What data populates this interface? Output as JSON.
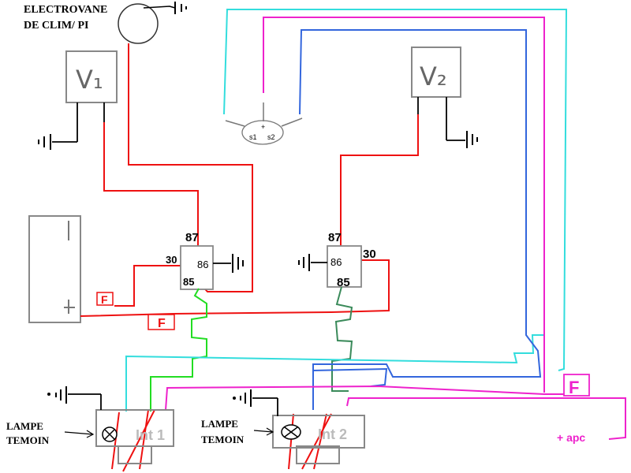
{
  "labels": {
    "electrovane_line1": "ELECTROVANE",
    "electrovane_line2": "DE CLIM/ PI",
    "v1": "V₁",
    "v2": "V₂",
    "relay1_87": "87",
    "relay1_30": "30",
    "relay1_86": "86",
    "relay1_85": "85",
    "relay2_87": "87",
    "relay2_30": "30",
    "relay2_86": "86",
    "relay2_85": "85",
    "sensor_plus": "+",
    "sensor_s1": "s1",
    "sensor_s2": "s2",
    "fuse_small": "F",
    "fuse_mid": "F",
    "fuse_right": "F",
    "apc": "+ apc",
    "int1": "Int 1",
    "int2": "Int 2",
    "lampe1_line1": "LAMPE",
    "lampe1_line2": "TEMOIN",
    "lampe2_line1": "LAMPE",
    "lampe2_line2": "TEMOIN"
  },
  "colors": {
    "red": "#ee1111",
    "green": "#22dd22",
    "dark_green": "#3a8a5a",
    "cyan": "#33dddd",
    "blue": "#3366dd",
    "magenta": "#ee22cc",
    "gray": "#888888",
    "black": "#000000"
  }
}
